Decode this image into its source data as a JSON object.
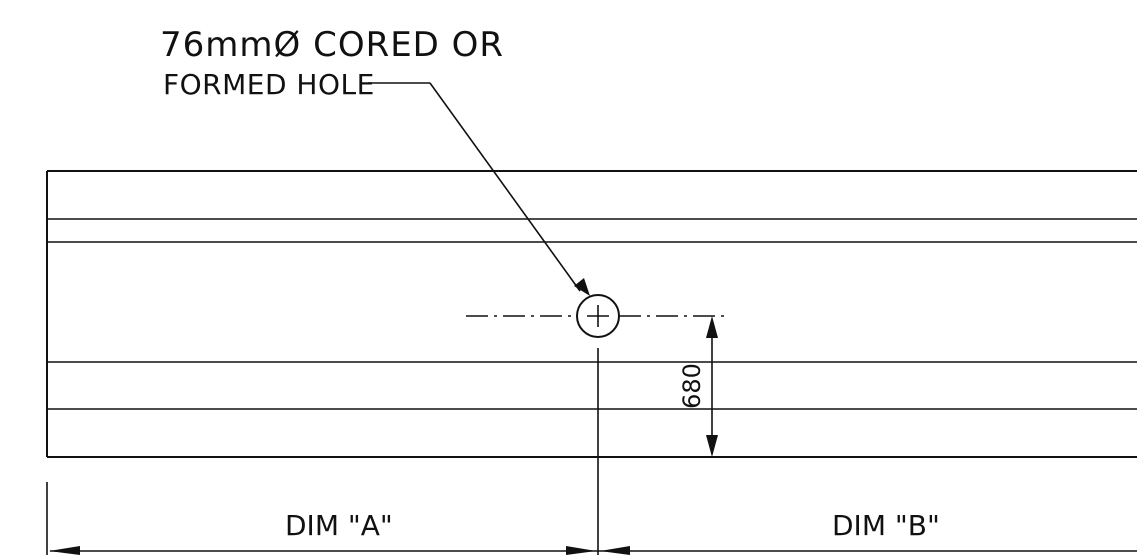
{
  "note": {
    "line1": "76mmØ CORED OR",
    "line2": "FORMED HOLE"
  },
  "dimensions": {
    "vertical_value": "680",
    "dim_a_label": "DIM \"A\"",
    "dim_b_label": "DIM \"B\""
  },
  "colors": {
    "ink": "#111111",
    "paper": "#ffffff"
  }
}
